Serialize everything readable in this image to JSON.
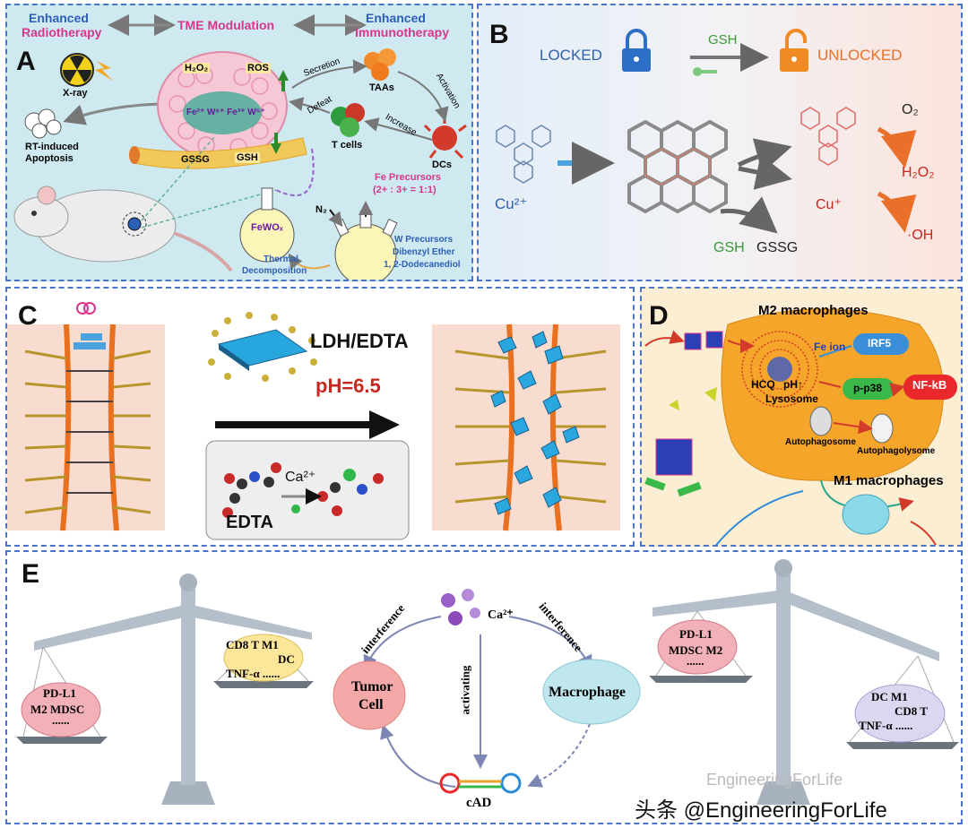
{
  "colors": {
    "border": "#4a74c9",
    "panelA": "#cfe9f1",
    "magenta": "#d9368b",
    "blue": "#2d5fb5",
    "green": "#3a9a3a",
    "orange": "#e8702a",
    "red": "#c8261e"
  },
  "panelA": {
    "letter": "A",
    "enhanced_radio_1": "Enhanced",
    "enhanced_radio_2": "Radiotherapy",
    "tme": "TME Modulation",
    "enhanced_immuno_1": "Enhanced",
    "enhanced_immuno_2": "Immunotherapy",
    "xray": "X-ray",
    "rt_1": "RT-induced",
    "rt_2": "Apoptosis",
    "h2o2": "H₂O₂",
    "ros": "ROS",
    "fe_w": "Fe²⁺ W⁶⁺  Fe³⁺ W⁵⁺",
    "gssg": "GSSG",
    "gsh": "GSH",
    "secretion": "Secretion",
    "activation": "Activation",
    "defeat": "Defeat",
    "increase": "Increase",
    "taas": "TAAs",
    "tcells": "T cells",
    "dcs": "DCs",
    "fe_prec_1": "Fe Precursors",
    "fe_prec_2": "(2+ : 3+ = 1:1)",
    "n2": "N₂",
    "fewox": "FeWOₓ",
    "thermal_1": "Thermal",
    "thermal_2": "Decomposition",
    "w_prec_1": "W Precursors",
    "w_prec_2": "Dibenzyl Ether",
    "w_prec_3": "1, 2-Dodecanediol"
  },
  "panelB": {
    "letter": "B",
    "locked": "LOCKED",
    "gsh_top": "GSH",
    "unlocked": "UNLOCKED",
    "cu2": "Cu²⁺",
    "o2": "O₂",
    "h2o2": "H₂O₂",
    "cu_plus": "Cu⁺",
    "oh": "·OH",
    "gsh_bottom": "GSH",
    "gssg": "GSSG"
  },
  "panelC": {
    "letter": "C",
    "ldh": "LDH/EDTA",
    "ph": "pH=6.5",
    "ca": "Ca²⁺",
    "edta": "EDTA"
  },
  "panelD": {
    "letter": "D",
    "m2": "M2 macrophages",
    "fe_ion": "Fe ion",
    "irf5": "IRF5",
    "hcq": "HCQ",
    "ph": "pH↑",
    "lysosome": "Lysosome",
    "pp38": "p-p38",
    "nfkb": "NF-kB",
    "autophagosome": "Autophagosome",
    "autophagolysome": "Autophagolysome",
    "m1": "M1 macrophages"
  },
  "panelE": {
    "letter": "E",
    "ca": "Ca²⁺",
    "interference_left": "interference",
    "interference_right": "interference",
    "activating": "activating",
    "tumor_1": "Tumor",
    "tumor_2": "Cell",
    "macrophage": "Macrophage",
    "cad": "cAD",
    "left_low_1": "PD-L1",
    "left_low_2": "M2  MDSC",
    "left_low_3": "......",
    "left_high_1": "CD8 T    M1",
    "left_high_2": "DC",
    "left_high_3": "TNF-α ......",
    "right_high_1": "PD-L1",
    "right_high_2": "MDSC  M2",
    "right_high_3": "......",
    "right_low_1": "DC    M1",
    "right_low_2": "CD8 T",
    "right_low_3": "TNF-α  ......"
  },
  "watermark": {
    "faint": "EngineeringForLife",
    "main": "头条 @EngineeringForLife"
  }
}
